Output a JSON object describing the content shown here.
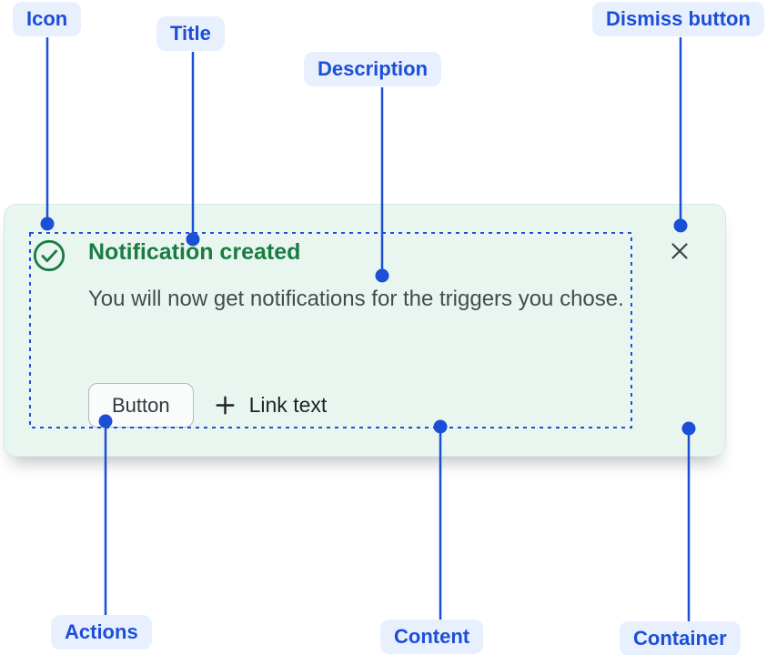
{
  "diagram": {
    "purpose": "flag-notification-anatomy",
    "annotations": {
      "icon": {
        "label": "Icon"
      },
      "title": {
        "label": "Title"
      },
      "description": {
        "label": "Description"
      },
      "dismiss": {
        "label": "Dismiss button"
      },
      "actions": {
        "label": "Actions"
      },
      "content": {
        "label": "Content"
      },
      "container": {
        "label": "Container"
      }
    }
  },
  "flag": {
    "title": "Notification created",
    "description": "You will now get notifications for the triggers you chose.",
    "button_label": "Button",
    "link_label": "Link text"
  },
  "icons": {
    "flag_status": "success-check-circle-icon",
    "link_prefix": "plus-icon",
    "dismiss": "cross-icon"
  },
  "colors": {
    "annotation_blue": "#1B4FD7",
    "annotation_label_bg": "#E9F0FD",
    "flag_bg": "#E9F6EF",
    "flag_border": "#D5ECDF",
    "success_green": "#1A7C42",
    "description_text": "#474A50",
    "action_text": "#1E2126",
    "dismiss_gray": "#3F4247"
  }
}
